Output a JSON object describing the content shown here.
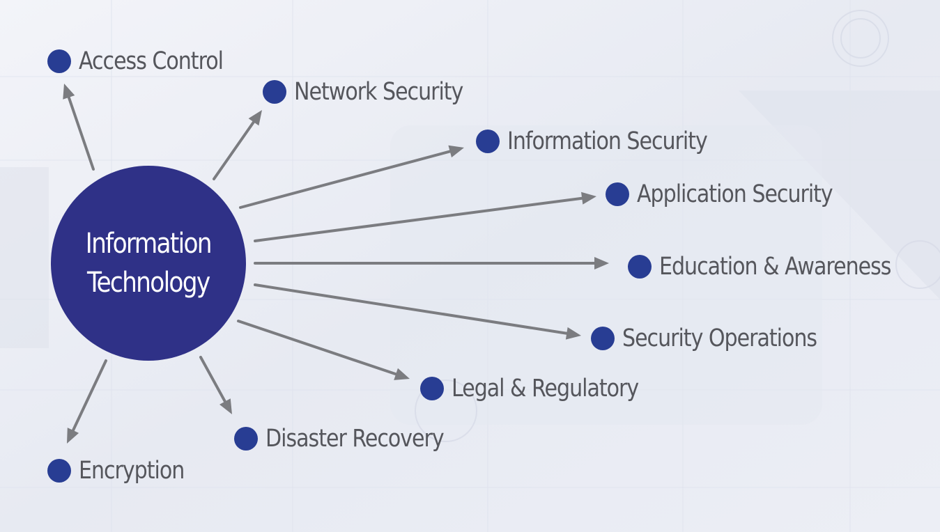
{
  "center": {
    "label": "Information\nTechnology",
    "color": "#2f3187"
  },
  "nodes": [
    {
      "id": "access-control",
      "label": "Access Control"
    },
    {
      "id": "network-security",
      "label": "Network Security"
    },
    {
      "id": "information-security",
      "label": "Information Security"
    },
    {
      "id": "application-security",
      "label": "Application Security"
    },
    {
      "id": "education-awareness",
      "label": "Education & Awareness"
    },
    {
      "id": "security-operations",
      "label": "Security Operations"
    },
    {
      "id": "legal-regulatory",
      "label": "Legal & Regulatory"
    },
    {
      "id": "disaster-recovery",
      "label": "Disaster Recovery"
    },
    {
      "id": "encryption",
      "label": "Encryption"
    }
  ],
  "colors": {
    "dot": "#283d93",
    "label": "#55565c",
    "arrow": "#7b7c80",
    "background": "#eef0f6"
  }
}
